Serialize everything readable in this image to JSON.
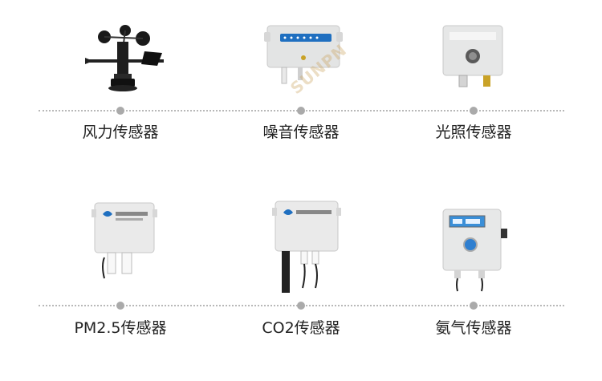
{
  "items": [
    {
      "label": "风力传感器",
      "icon": "anemometer-icon"
    },
    {
      "label": "噪音传感器",
      "icon": "noise-sensor-box-icon"
    },
    {
      "label": "光照传感器",
      "icon": "light-sensor-box-icon"
    },
    {
      "label": "PM2.5传感器",
      "icon": "pm25-sensor-box-icon"
    },
    {
      "label": "CO2传感器",
      "icon": "co2-sensor-box-icon"
    },
    {
      "label": "氨气传感器",
      "icon": "ammonia-sensor-box-icon"
    }
  ],
  "watermark": "SUNPN",
  "colors": {
    "line": "#b8b8b8",
    "dot": "#aaaaaa",
    "text": "#222222",
    "lcd": "#3a8fd8",
    "accent": "#1f6fc0"
  }
}
